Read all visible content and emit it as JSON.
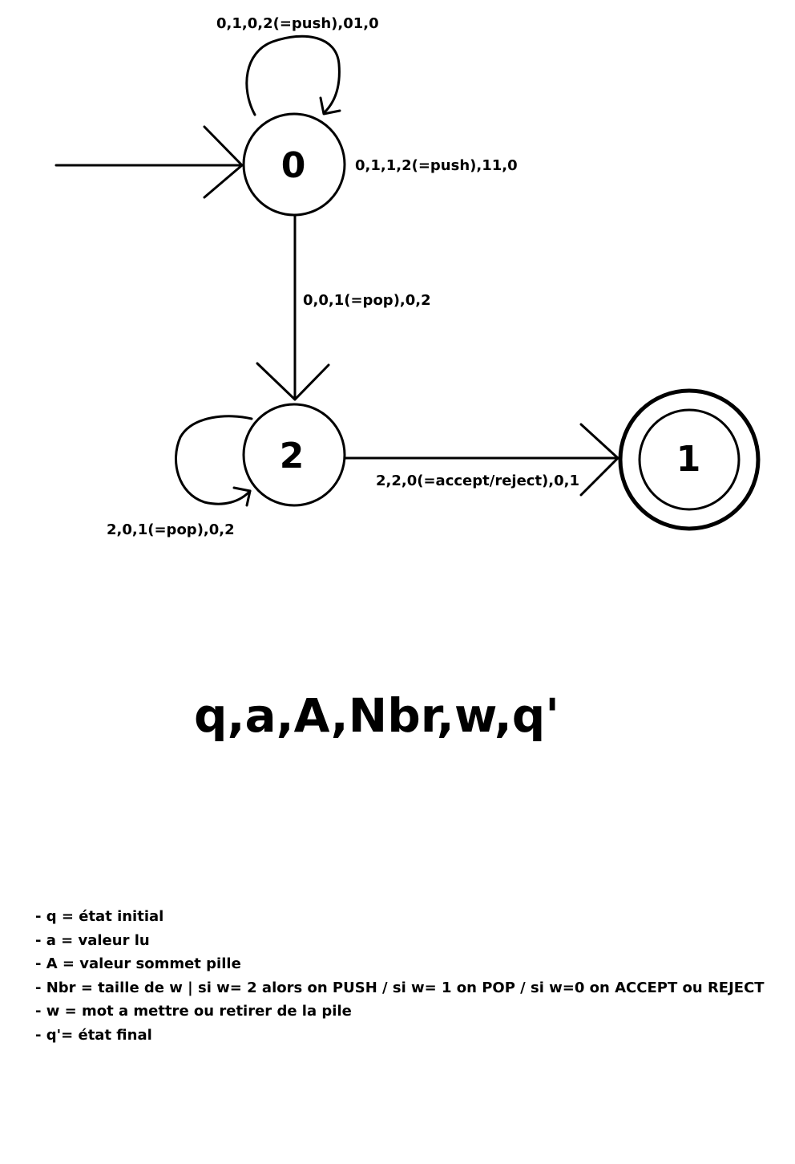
{
  "states": {
    "q0": "0",
    "q2": "2",
    "q1": "1"
  },
  "transitions": {
    "loop_q0_top": "0,1,0,2(=push),01,0",
    "loop_q0_right": "0,1,1,2(=push),11,0",
    "q0_to_q2": "0,0,1(=pop),0,2",
    "loop_q2": "2,0,1(=pop),0,2",
    "q2_to_q1": "2,2,0(=accept/reject),0,1"
  },
  "formula": "q,a,A,Nbr,w,q'",
  "legend": [
    "- q = état initial",
    "- a = valeur lu",
    "- A = valeur sommet pille",
    "- Nbr = taille de w | si w= 2 alors on PUSH / si w= 1 on POP / si w=0 on ACCEPT ou REJECT",
    "- w = mot a mettre ou retirer de la pile",
    "- q'= état final"
  ],
  "colors": {
    "stroke": "#000000",
    "background": "#ffffff"
  }
}
